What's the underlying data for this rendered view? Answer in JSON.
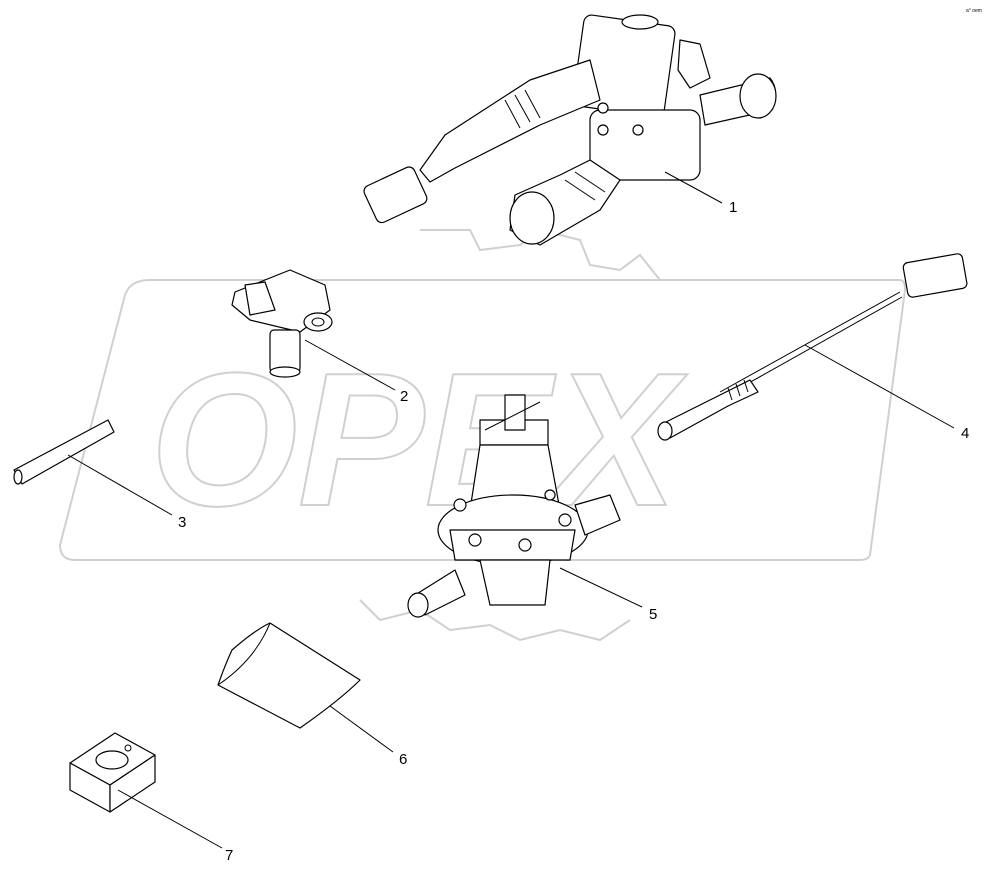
{
  "diagram": {
    "watermark_logo": "OPEX",
    "corner_mark": "a° oem",
    "callouts": [
      {
        "label": "1",
        "part": "solenoid-valve"
      },
      {
        "label": "2",
        "part": "pressure-sensor"
      },
      {
        "label": "3",
        "part": "tube"
      },
      {
        "label": "4",
        "part": "oxygen-sensor"
      },
      {
        "label": "5",
        "part": "pressure-regulator"
      },
      {
        "label": "6",
        "part": "heat-shield-sheet"
      },
      {
        "label": "7",
        "part": "mounting-block"
      }
    ]
  }
}
